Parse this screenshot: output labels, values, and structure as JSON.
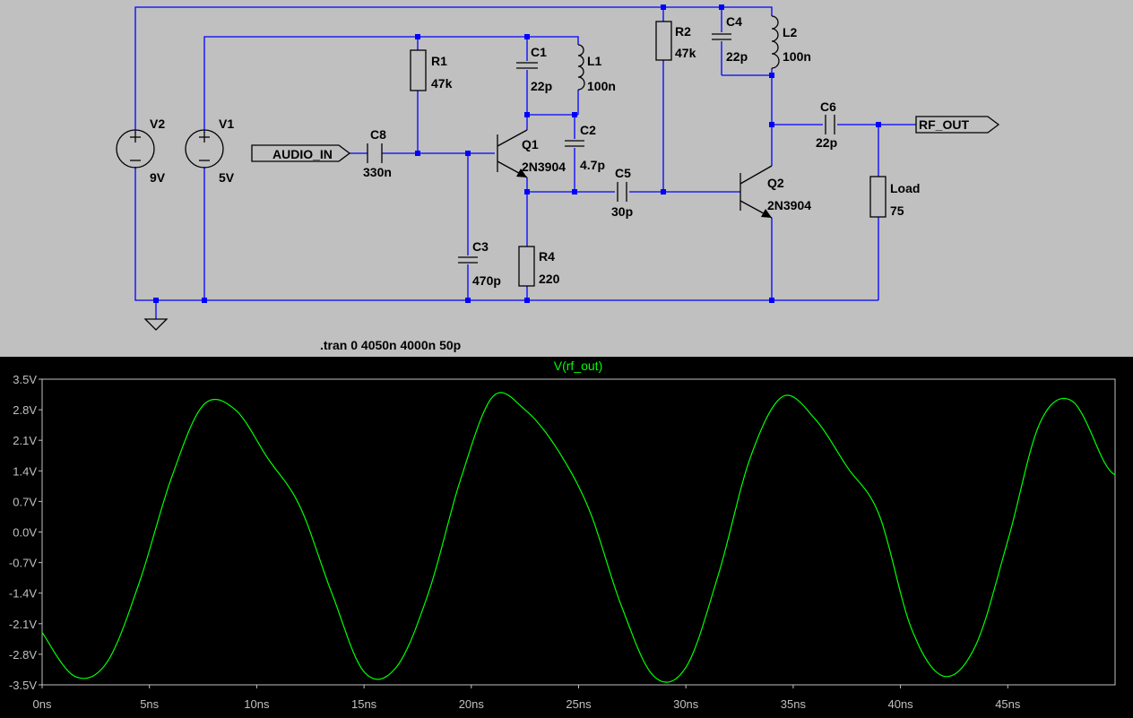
{
  "components": {
    "v2": {
      "name": "V2",
      "value": "9V"
    },
    "v1": {
      "name": "V1",
      "value": "5V"
    },
    "r1": {
      "name": "R1",
      "value": "47k"
    },
    "c1": {
      "name": "C1",
      "value": "22p"
    },
    "l1": {
      "name": "L1",
      "value": "100n"
    },
    "c2": {
      "name": "C2",
      "value": "4.7p"
    },
    "c8": {
      "name": "C8",
      "value": "330n"
    },
    "q1": {
      "name": "Q1",
      "value": "2N3904"
    },
    "c3": {
      "name": "C3",
      "value": "470p"
    },
    "r4": {
      "name": "R4",
      "value": "220"
    },
    "c5": {
      "name": "C5",
      "value": "30p"
    },
    "r2": {
      "name": "R2",
      "value": "47k"
    },
    "c4": {
      "name": "C4",
      "value": "22p"
    },
    "l2": {
      "name": "L2",
      "value": "100n"
    },
    "q2": {
      "name": "Q2",
      "value": "2N3904"
    },
    "c6": {
      "name": "C6",
      "value": "22p"
    },
    "load": {
      "name": "Load",
      "value": "75"
    }
  },
  "ports": {
    "audio_in": "AUDIO_IN",
    "rf_out": "RF_OUT"
  },
  "directive": ".tran 0 4050n 4000n 50p",
  "colors": {
    "schematic_bg": "#c0c0c0",
    "wire": "#0000ff",
    "trace": "#00ff00",
    "plot_bg": "#000000",
    "axis": "#c0c0c0"
  },
  "chart_data": {
    "type": "line",
    "title": "V(rf_out)",
    "y_ticks": [
      "3.5V",
      "2.8V",
      "2.1V",
      "1.4V",
      "0.7V",
      "0.0V",
      "-0.7V",
      "-1.4V",
      "-2.1V",
      "-2.8V",
      "-3.5V"
    ],
    "x_ticks": [
      "0ns",
      "5ns",
      "10ns",
      "15ns",
      "20ns",
      "25ns",
      "30ns",
      "35ns",
      "40ns",
      "45ns"
    ],
    "xlim": [
      0,
      50
    ],
    "ylim": [
      -3.5,
      3.5
    ],
    "series": [
      {
        "name": "V(rf_out)",
        "x": [
          0,
          1.5,
          3,
          4.5,
          6,
          7.5,
          9,
          10.5,
          12,
          13.5,
          15,
          16.5,
          18,
          19.5,
          21,
          22.5,
          24,
          25.5,
          27,
          28.5,
          30,
          31.5,
          33,
          34.5,
          36,
          37.5,
          39,
          40.5,
          42,
          43.5,
          45,
          46.5,
          48,
          49.5,
          50
        ],
        "y": [
          -2.3,
          -3.3,
          -3.0,
          -1.2,
          1.2,
          2.9,
          2.8,
          1.7,
          0.6,
          -1.4,
          -3.2,
          -3.1,
          -1.4,
          1.2,
          3.1,
          2.8,
          1.9,
          0.5,
          -1.7,
          -3.3,
          -3.1,
          -1.0,
          1.7,
          3.1,
          2.6,
          1.5,
          0.4,
          -2.2,
          -3.3,
          -2.6,
          -0.2,
          2.5,
          3.0,
          1.6,
          1.3
        ]
      }
    ]
  }
}
